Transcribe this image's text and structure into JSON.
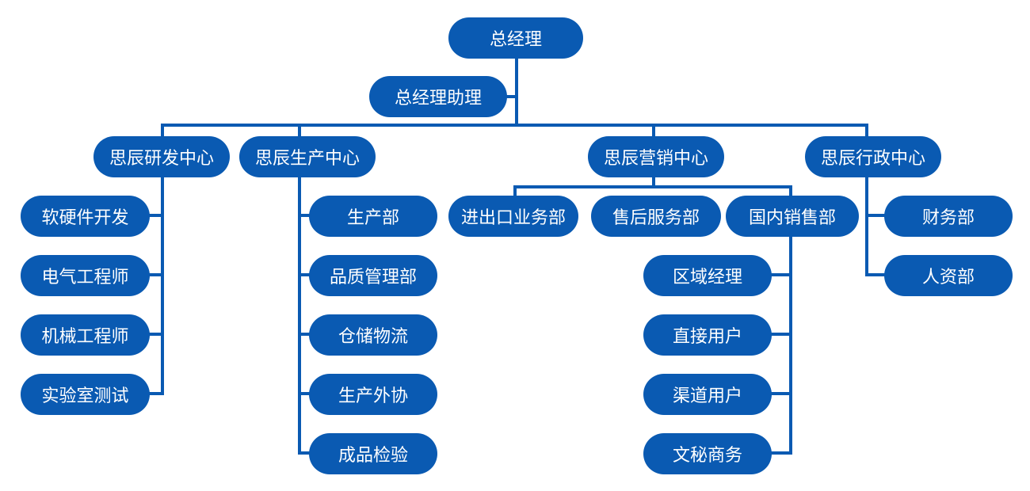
{
  "colors": {
    "node_fill": "#0a5ab2",
    "node_text": "#ffffff",
    "line": "#0a5ab2"
  },
  "chart": {
    "root": "总经理",
    "assistant": "总经理助理",
    "centers": {
      "rd": {
        "label": "思辰研发中心",
        "children": [
          "软硬件开发",
          "电气工程师",
          "机械工程师",
          "实验室测试"
        ]
      },
      "prod": {
        "label": "思辰生产中心",
        "children": [
          "生产部",
          "品质管理部",
          "仓储物流",
          "生产外协",
          "成品检验"
        ]
      },
      "sales": {
        "label": "思辰营销中心",
        "departments": [
          "进出口业务部",
          "售后服务部",
          "国内销售部"
        ],
        "domestic_children": [
          "区域经理",
          "直接用户",
          "渠道用户",
          "文秘商务"
        ]
      },
      "admin": {
        "label": "思辰行政中心",
        "children": [
          "财务部",
          "人资部"
        ]
      }
    }
  }
}
